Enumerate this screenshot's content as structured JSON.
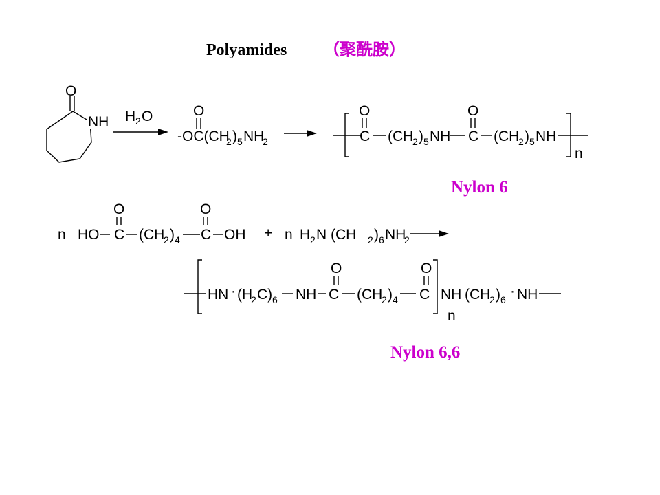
{
  "title": {
    "english": "Polyamides",
    "chinese": "（聚酰胺）",
    "chinese_color": "#cc00cc"
  },
  "label_color": "#cc00cc",
  "reaction1": {
    "ring_carbonyl_o": "O",
    "ring_nh": "NH",
    "reagent_h": "H",
    "reagent_sub": "2",
    "reagent_o": "O",
    "intermediate_o": "O",
    "intermediate_a": "-OC(CH",
    "intermediate_sub1": "2",
    "intermediate_b": ")",
    "intermediate_sub2": "5",
    "intermediate_c": "NH",
    "intermediate_sub3": "2",
    "polymer": {
      "o1": "O",
      "c1": "C",
      "seg_a": "(CH",
      "seg_sub1": "2",
      "seg_b": ")",
      "seg_sub2": "5",
      "seg_c": "NH",
      "o2": "O",
      "c2": "C",
      "seg2_a": "(CH",
      "seg2_sub1": "2",
      "seg2_b": ")",
      "seg2_sub2": "5",
      "seg2_c": "NH",
      "repeat": "n"
    },
    "product_name": "Nylon 6"
  },
  "reaction2": {
    "coef1": "n",
    "ho": "HO",
    "c1": "C",
    "o1": "O",
    "ch2_a": "(CH",
    "ch2_sub1": "2",
    "ch2_b": ")",
    "ch2_sub2": "4",
    "c2": "C",
    "o2": "O",
    "oh": "OH",
    "plus": "+",
    "coef2": "n",
    "amine_a": "H",
    "amine_sub1": "2",
    "amine_b": "N (CH",
    "amine_sub2": "2",
    "amine_c": ")",
    "amine_sub3": "6",
    "amine_d": "NH",
    "amine_sub4": "2",
    "polymer": {
      "hn": "HN",
      "dot": "·",
      "h2c_a": "(H",
      "h2c_sub1": "2",
      "h2c_b": "C)",
      "h2c_sub2": "6",
      "nh1": "NH",
      "c1": "C",
      "o1": "O",
      "ch2_a": "(CH",
      "ch2_sub1": "2",
      "ch2_b": ")",
      "ch2_sub2": "4",
      "c2": "C",
      "o2": "O",
      "nh2": "NH",
      "ch2b_a": "(CH",
      "ch2b_sub1": "2",
      "ch2b_b": ")",
      "ch2b_sub2": "6",
      "dot2": "·",
      "nh3": "NH",
      "repeat": "n"
    },
    "product_name": "Nylon 6,6"
  }
}
